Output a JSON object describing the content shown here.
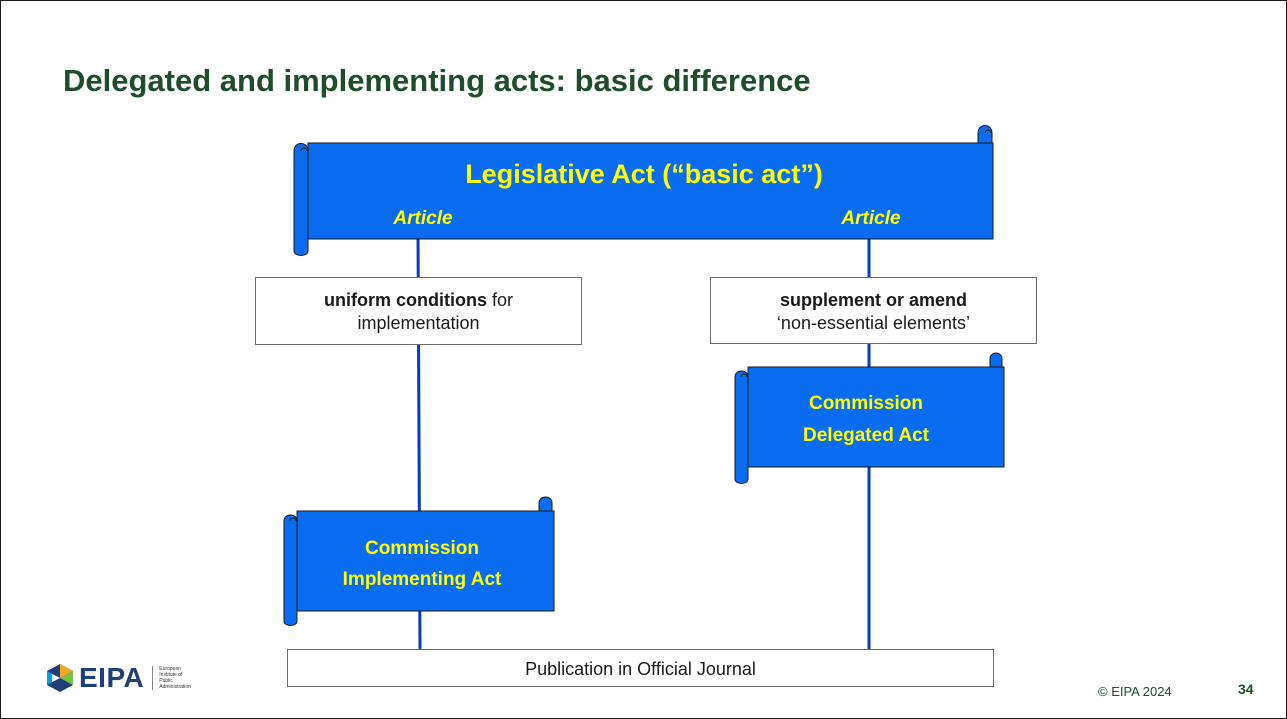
{
  "slide": {
    "title": "Delegated and implementing acts: basic difference"
  },
  "legislative_act": {
    "title": "Legislative Act (“basic act”)",
    "article_left": "Article",
    "article_right": "Article"
  },
  "implementing_box": {
    "bold": "uniform conditions",
    "rest_line1": " for",
    "line2": "implementation"
  },
  "delegated_box": {
    "bold": "supplement or amend",
    "line2": "‘non-essential elements’"
  },
  "delegated_act": {
    "line1": "Commission",
    "line2": "Delegated Act"
  },
  "implementing_act": {
    "line1": "Commission",
    "line2": "Implementing Act"
  },
  "publication": {
    "label": "Publication in Official Journal"
  },
  "footer": {
    "logo": "EIPA",
    "logo_sub": [
      "European",
      "Institute of",
      "Public",
      "Administration"
    ],
    "copyright": "© EIPA 2024",
    "page_number": "34"
  },
  "colors": {
    "title_green": "#1e4d2b",
    "scroll_blue": "#0a6cf0",
    "scroll_text_yellow": "#ffff00",
    "connector_blue": "#0a3bb8"
  }
}
